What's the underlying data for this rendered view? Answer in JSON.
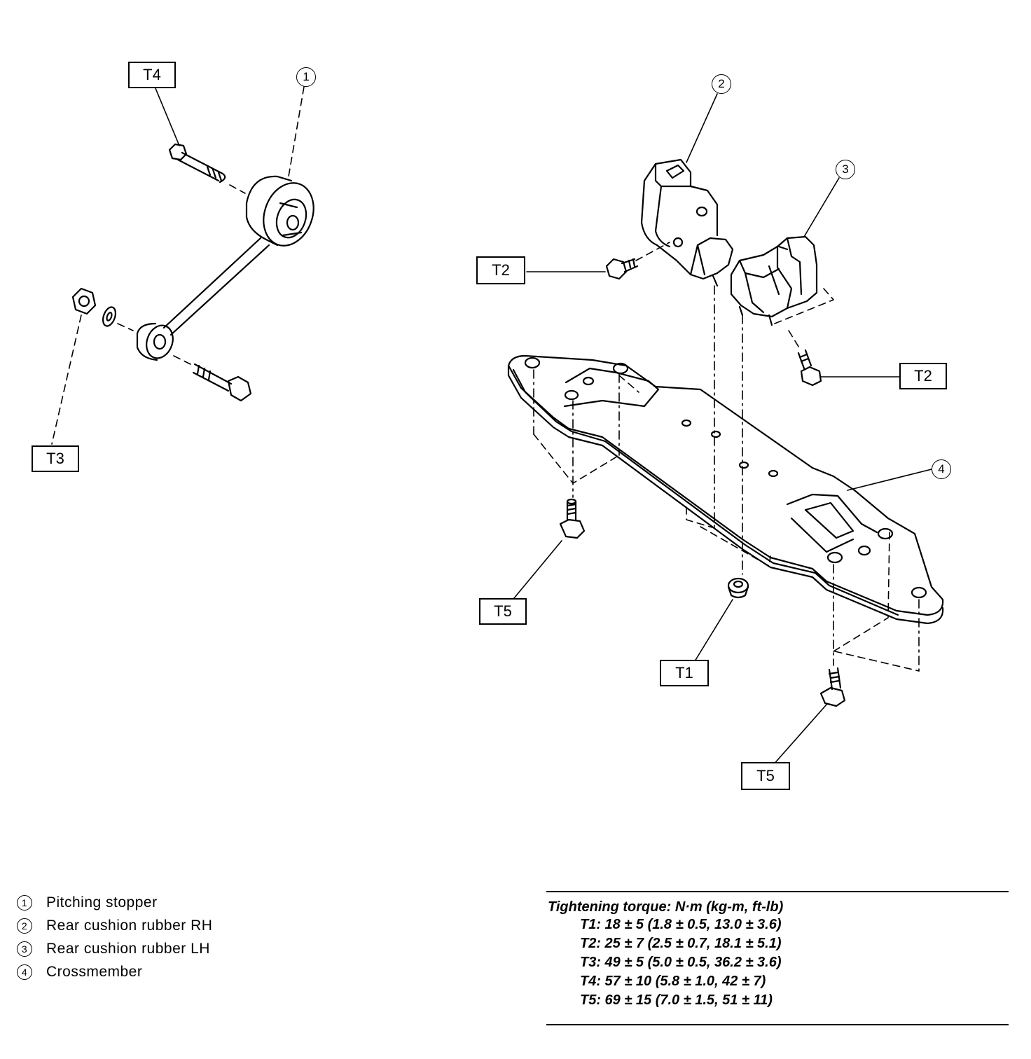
{
  "callouts": [
    "1",
    "2",
    "3",
    "4"
  ],
  "torque_tags": {
    "t4": "T4",
    "t3": "T3",
    "t2_left": "T2",
    "t2_right": "T2",
    "t5_left": "T5",
    "t1": "T1",
    "t5_bottom": "T5"
  },
  "legend": [
    {
      "num": "1",
      "label": "Pitching stopper"
    },
    {
      "num": "2",
      "label": "Rear cushion rubber RH"
    },
    {
      "num": "3",
      "label": "Rear cushion rubber LH"
    },
    {
      "num": "4",
      "label": "Crossmember"
    }
  ],
  "torque_table": {
    "title": "Tightening torque: N·m (kg-m, ft-lb)",
    "lines": [
      "T1: 18 ± 5 (1.8 ± 0.5, 13.0 ± 3.6)",
      "T2: 25 ± 7 (2.5 ± 0.7, 18.1 ± 5.1)",
      "T3: 49 ± 5 (5.0 ± 0.5, 36.2 ± 3.6)",
      "T4: 57 ± 10 (5.8 ± 1.0, 42 ± 7)",
      "T5: 69 ± 15 (7.0 ± 1.5, 51 ± 11)"
    ]
  }
}
